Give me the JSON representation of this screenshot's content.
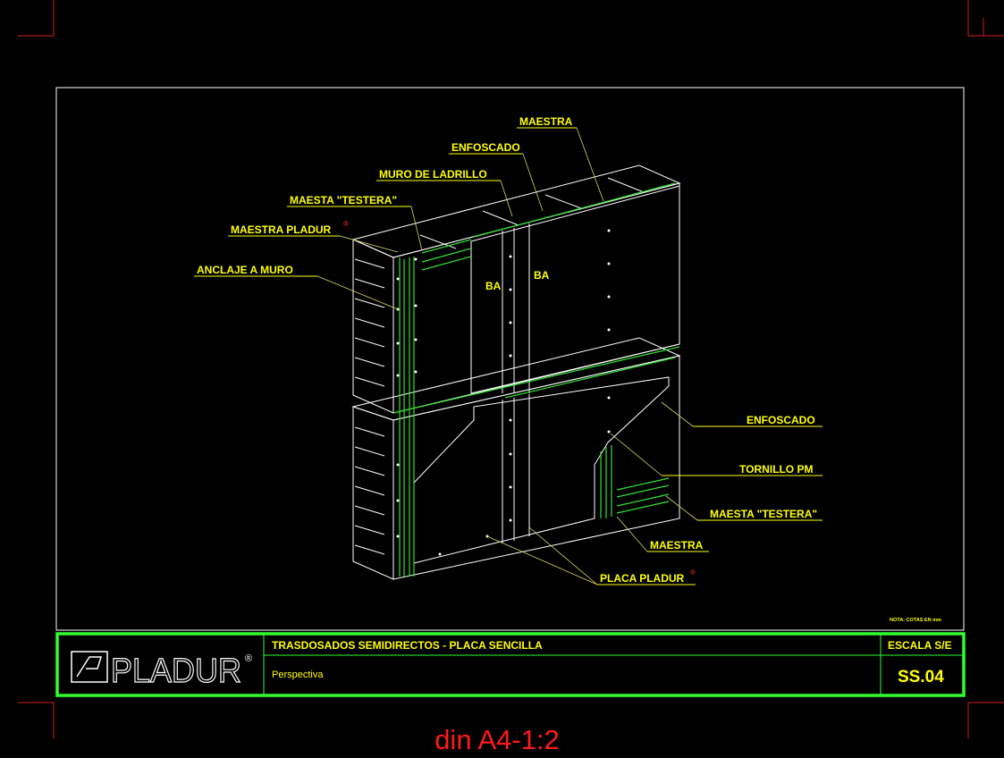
{
  "drawing": {
    "top_labels": [
      {
        "text": "MAESTRA"
      },
      {
        "text": "ENFOSCADO"
      },
      {
        "text": "MURO DE LADRILLO"
      },
      {
        "text": "MAESTA \"TESTERA\""
      },
      {
        "text": "MAESTRA PLADUR"
      },
      {
        "text": "ANCLAJE A MURO"
      }
    ],
    "right_labels": [
      {
        "text": "ENFOSCADO"
      },
      {
        "text": "TORNILLO PM"
      },
      {
        "text": "MAESTA \"TESTERA\""
      },
      {
        "text": "MAESTRA"
      },
      {
        "text": "PLACA PLADUR"
      }
    ],
    "registered_mark": "®",
    "plate_marks": [
      "BA",
      "BA"
    ],
    "note": "NOTA: COTAS EN mm"
  },
  "title_block": {
    "logo_text": "PLADUR",
    "title": "TRASDOSADOS SEMIDIRECTOS - PLACA SENCILLA",
    "subtitle": "Perspectiva",
    "scale": "ESCALA S/E",
    "sheet": "SS.04"
  },
  "sheet_format": "din A4-1:2",
  "colors": {
    "frame": "#ff2020",
    "title_block": "#30ff30",
    "labels": "#ffff00",
    "lines": "#ffffff"
  }
}
